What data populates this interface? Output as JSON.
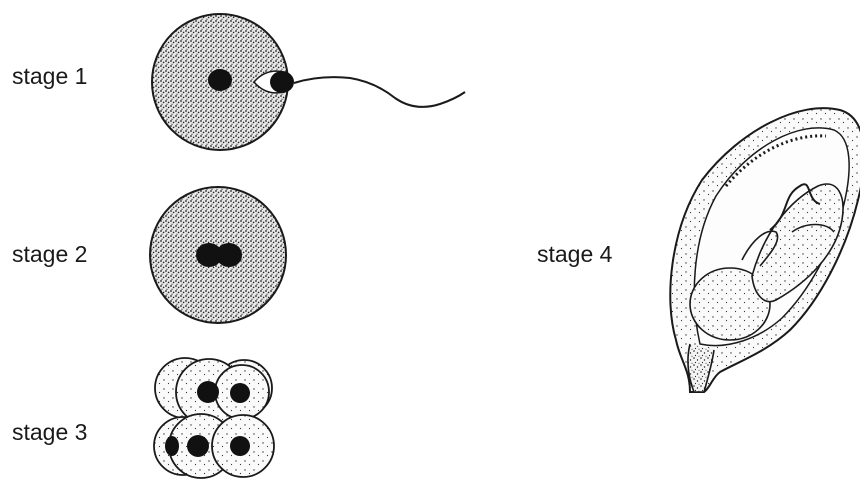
{
  "stages": [
    {
      "label": "stage 1"
    },
    {
      "label": "stage 2"
    },
    {
      "label": "stage 3"
    },
    {
      "label": "stage 4"
    }
  ],
  "colors": {
    "ink": "#1a1a1a",
    "cell_fill": "#f2f2f2",
    "nucleus": "#111111"
  }
}
